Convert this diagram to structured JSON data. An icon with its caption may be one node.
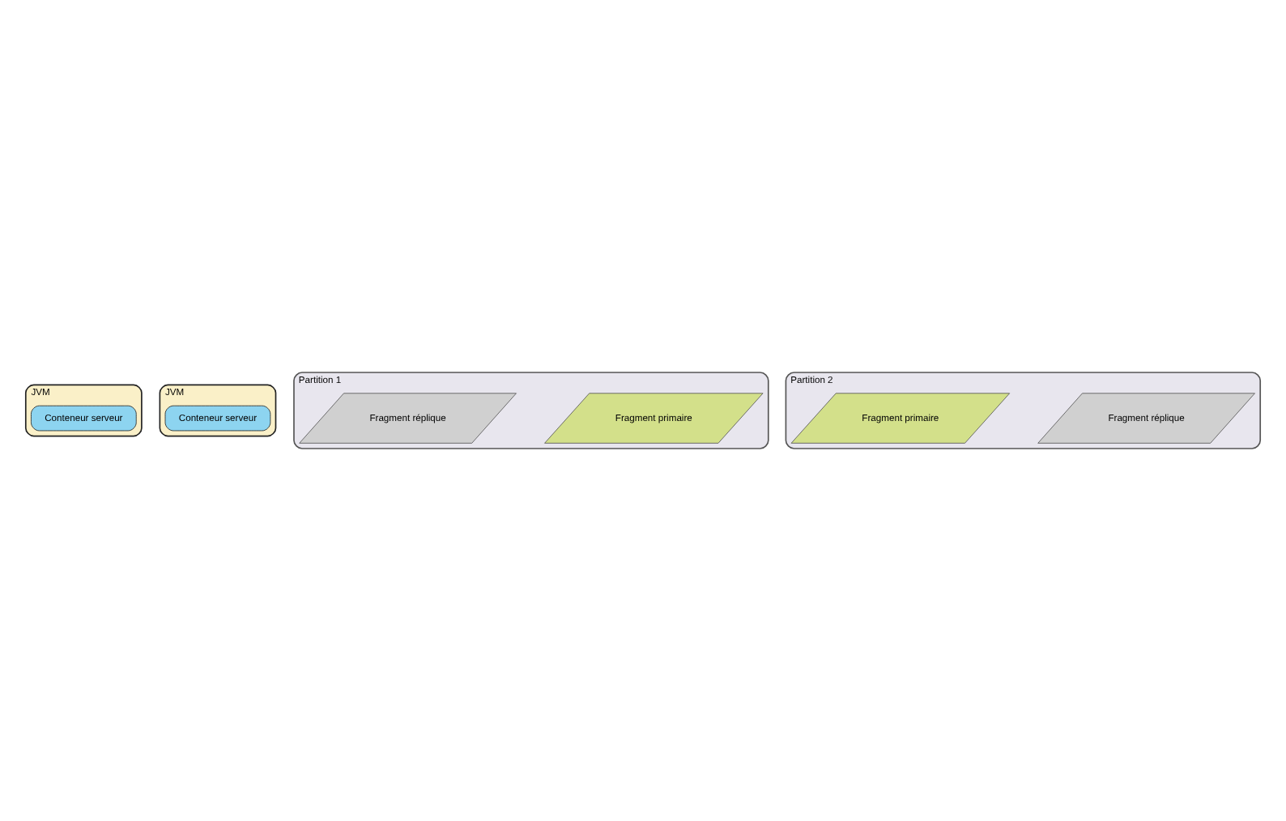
{
  "diagram": {
    "nodes": [
      {
        "text": [
          "JVM"
        ]
      },
      {
        "text": [
          "Conteneur serveur"
        ],
        "in": 0
      },
      {
        "text": [
          "JVM"
        ]
      },
      {
        "text": [
          "Conteneur serveur"
        ],
        "in": 2
      },
      {
        "text": [
          "Partition 1"
        ]
      },
      {
        "text": [
          "Fragment primaire"
        ],
        "in": 4
      },
      {
        "text": [
          "Fragment réplique"
        ],
        "in": 4
      },
      {
        "text": [
          "Partition 2"
        ]
      },
      {
        "text": [
          "Fragment réplique"
        ],
        "in": 7
      },
      {
        "text": [
          "Fragment primaire"
        ],
        "in": 7
      }
    ]
  }
}
